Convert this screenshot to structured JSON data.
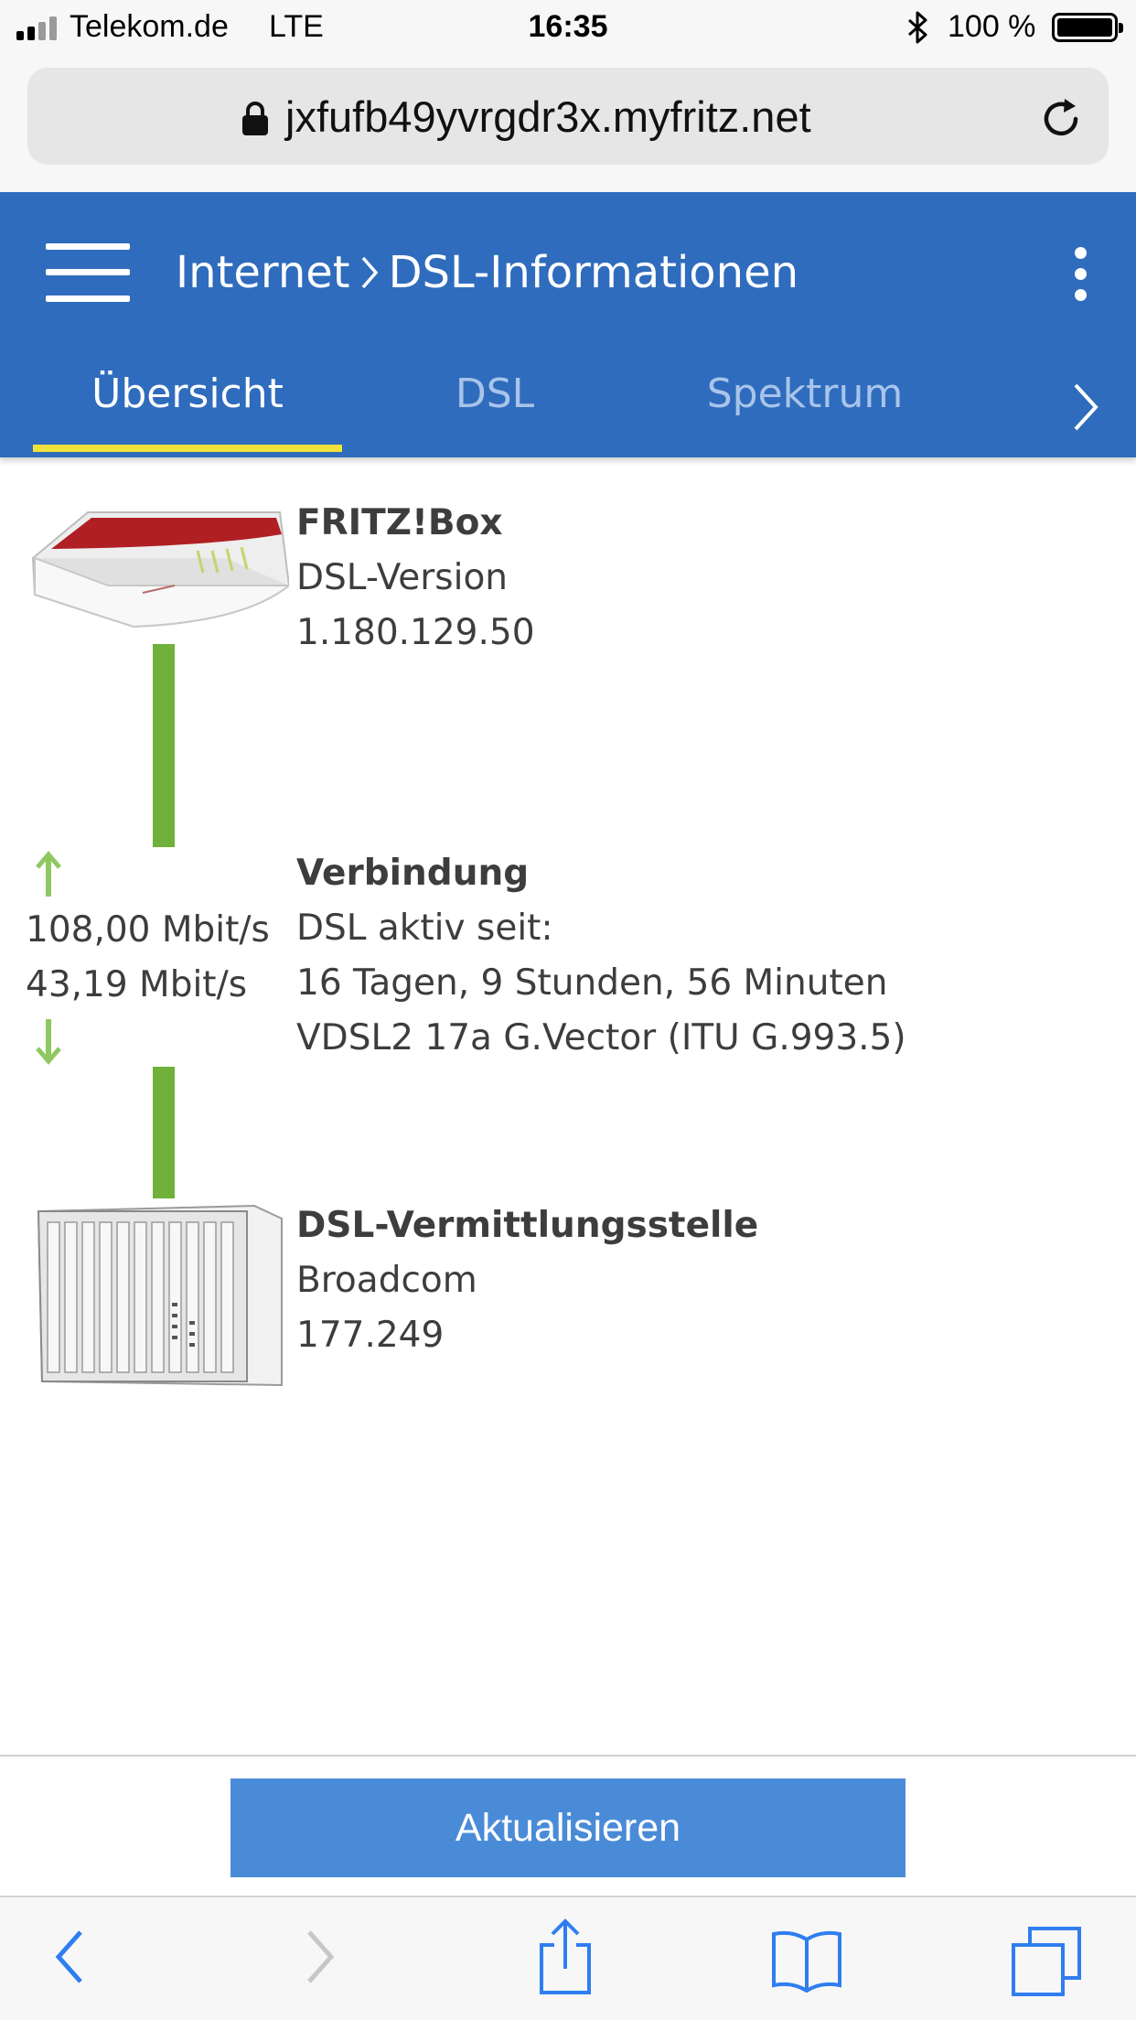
{
  "status_bar": {
    "carrier": "Telekom.de",
    "network": "LTE",
    "time": "16:35",
    "battery_percent": "100 %"
  },
  "url_bar": {
    "url": "jxfufb49yvrgdr3x.myfritz.net"
  },
  "header": {
    "breadcrumb_parent": "Internet",
    "breadcrumb_current": "DSL-Informationen",
    "tabs": [
      {
        "label": "Übersicht",
        "active": true
      },
      {
        "label": "DSL",
        "active": false
      },
      {
        "label": "Spektrum",
        "active": false
      }
    ]
  },
  "fritzbox": {
    "title": "FRITZ!Box",
    "line1": "DSL-Version",
    "line2": "1.180.129.50"
  },
  "connection": {
    "title": "Verbindung",
    "line1": "DSL aktiv seit:",
    "line2": "16 Tagen, 9 Stunden, 56 Minuten",
    "line3": "VDSL2 17a G.Vector (ITU G.993.5)",
    "downstream": "108,00 Mbit/s",
    "upstream": "43,19 Mbit/s"
  },
  "exchange": {
    "title": "DSL-Vermittlungsstelle",
    "line1": "Broadcom",
    "line2": "177.249"
  },
  "actions": {
    "refresh_label": "Aktualisieren"
  },
  "colors": {
    "header_blue": "#2f6cbd",
    "tab_indicator": "#f2e13a",
    "line_green": "#6fb13b",
    "button_blue": "#4a8bd8"
  }
}
